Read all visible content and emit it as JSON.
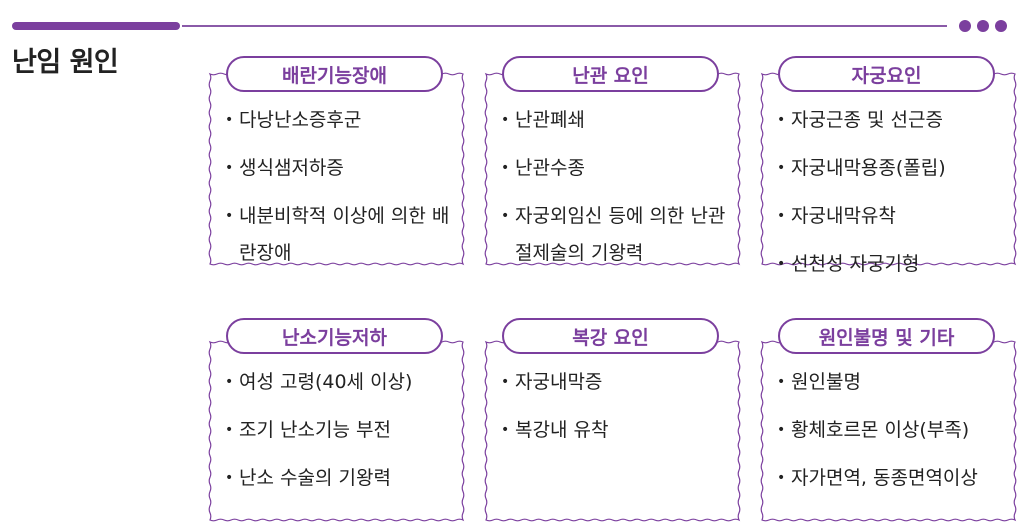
{
  "page": {
    "title": "난임 원인"
  },
  "cards": [
    {
      "title": "배란기능장애",
      "items": [
        "다낭난소증후군",
        "생식샘저하증",
        "내분비학적 이상에 의한 배란장애"
      ]
    },
    {
      "title": "난관 요인",
      "items": [
        "난관폐쇄",
        "난관수종",
        "자궁외임신 등에 의한 난관절제술의 기왕력"
      ]
    },
    {
      "title": "자궁요인",
      "items": [
        "자궁근종 및 선근증",
        "자궁내막용종(폴립)",
        "자궁내막유착",
        "선천성 자궁기형"
      ]
    },
    {
      "title": "난소기능저하",
      "items": [
        "여성 고령(40세 이상)",
        "조기 난소기능 부전",
        "난소 수술의 기왕력"
      ]
    },
    {
      "title": "복강 요인",
      "items": [
        "자궁내막증",
        "복강내 유착"
      ]
    },
    {
      "title": "원인불명 및 기타",
      "items": [
        "원인불명",
        "황체호르몬 이상(부족)",
        "자가면역, 동종면역이상"
      ]
    }
  ],
  "colors": {
    "accent": "#7b3f9e",
    "text": "#222222",
    "background": "#ffffff"
  }
}
